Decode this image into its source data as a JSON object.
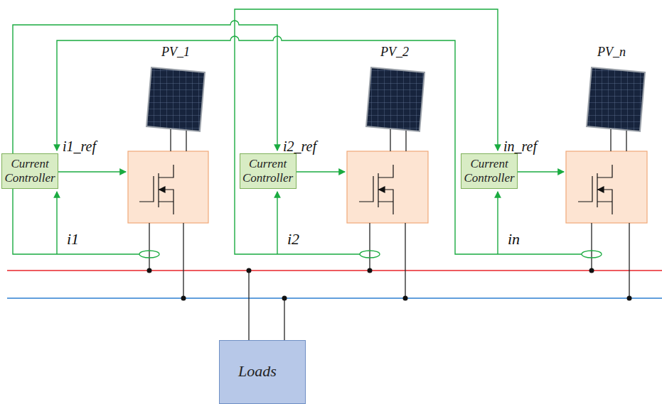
{
  "diagram": {
    "nodes": [
      {
        "text": [
          "Current Controller"
        ]
      },
      {
        "text": [
          "Current Controller"
        ]
      },
      {
        "text": [
          "Current Controller"
        ]
      },
      {
        "text": [
          "Loads"
        ]
      }
    ],
    "labels": [
      "PV_1",
      "PV_2",
      "PV_n",
      "i1_ref",
      "i2_ref",
      "in_ref",
      "i1",
      "i2",
      "in"
    ]
  }
}
